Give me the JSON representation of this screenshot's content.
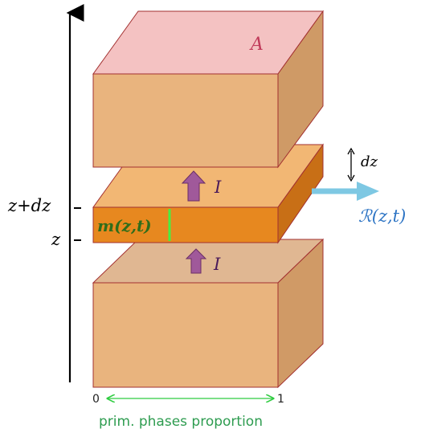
{
  "labels": {
    "area": "A",
    "flux_upper": "I",
    "flux_lower": "I",
    "dz": "dz",
    "z_plus_dz": "z+dz",
    "z": "z",
    "mass": "m(z,t)",
    "reaction": "ℛ(z,t)",
    "scale_min": "0",
    "scale_max": "1",
    "scale_caption": "prim. phases proportion"
  },
  "colors": {
    "top_face_upper": "#f4c2c2",
    "block_front": "#e9b47e",
    "block_side": "#cf9a66",
    "slab_front": "#e7881f",
    "slab_top": "#ee9f45",
    "slab_side": "#c86f16",
    "block_edge": "#a23030",
    "flux_arrow": "#a0599a",
    "reaction_arrow": "#7ec8e3",
    "mass_text": "#2f6d1a",
    "reaction_text": "#2d74c4",
    "scale_green": "#2ecc40"
  },
  "icons": {
    "flux": "up-arrow-icon",
    "reaction": "right-arrow-icon"
  }
}
